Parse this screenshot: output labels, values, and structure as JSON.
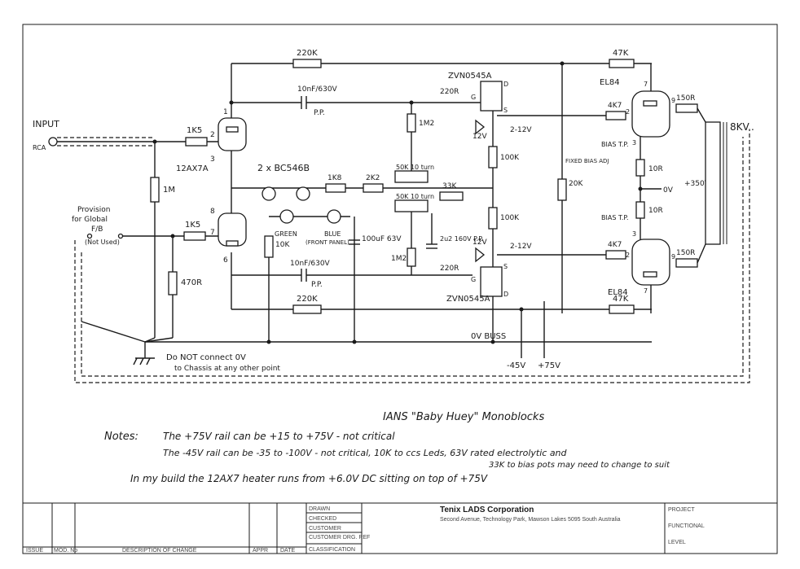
{
  "schematic": {
    "input_label": "INPUT",
    "rca_label": "RCA",
    "provision_lines": [
      "Provision",
      "for Global",
      "F/B",
      "(Not Used)"
    ],
    "tube_12ax7a": "12AX7A",
    "pin_labels": [
      "1",
      "2",
      "3",
      "8",
      "7",
      "6"
    ],
    "transistors": "2 x BC546B",
    "green": "GREEN",
    "blue": "BLUE",
    "front_panel": "(FRONT PANEL)",
    "mosfet_top": "ZVN0545A",
    "mosfet_bottom": "ZVN0545A",
    "zener_top": "12V",
    "zener_bottom": "12V",
    "bias_top": "BIAS T.P.",
    "bias_bottom": "BIAS T.P.",
    "el84_top": "EL84",
    "el84_bottom": "EL84",
    "fixed_bias": "FIXED BIAS ADJ",
    "output_bk": "8KV..",
    "plus350": "+350V",
    "zero_v": "0V",
    "zero_v_buss": "0V BUSS",
    "minus45": "-45V",
    "plus75": "+75V",
    "do_not_connect": "Do NOT connect 0V",
    "to_chassis": "to Chassis at any other point",
    "pot_label_a": "50K 10 turn",
    "pot_label_b": "50K 10 turn",
    "resistors": {
      "r220k_top": "220K",
      "r220k_bot": "220K",
      "r47k_top": "47K",
      "r47k_bot": "47K",
      "cap_top": "10nF/630V",
      "cap_top_pp": "P.P.",
      "cap_bot": "10nF/630V",
      "cap_bot_pp": "P.P.",
      "r220r_top": "220R",
      "r220r_bot": "220R",
      "r1k5_in": "1K5",
      "r1k5_fb": "1K5",
      "r1m": "1M",
      "r470r": "470R",
      "r1k8": "1K8",
      "r2k2": "2K2",
      "r10k": "10K",
      "r1m2_top": "1M2",
      "r1m2_bot": "1M2",
      "r33k": "33K",
      "r100k_a": "100K",
      "r100k_b": "100K",
      "r20k": "20K",
      "r4k7_top": "4K7",
      "r4k7_bot": "4K7",
      "r150r_top": "150R",
      "r150r_bot": "150R",
      "r10r_a": "10R",
      "r10r_b": "10R",
      "cap_100uf": "100uF 63V",
      "cap_2u2": "2u2 160V P.P.",
      "minus12_top": "2-12V",
      "minus12_bot": "2-12V",
      "g_top": "G",
      "s_top": "S",
      "d_top": "D",
      "g_bot": "G",
      "s_bot": "S",
      "d_bot": "D",
      "el84_pins": [
        "7",
        "9",
        "2",
        "3",
        "3",
        "2",
        "9",
        "7"
      ]
    }
  },
  "notes": {
    "title": "IANS \"Baby Huey\" Monoblocks",
    "label": "Notes:",
    "line1": "The +75V rail can be +15 to +75V - not critical",
    "line2": "The -45V rail can be -35 to -100V - not critical, 10K to ccs Leds, 63V rated electrolytic and",
    "line2b": "33K to bias pots may need to change to suit",
    "line3": "In my build the 12AX7 heater runs from +6.0V DC sitting on top of +75V"
  },
  "title_block": {
    "company": "Tenix LADS Corporation",
    "address": "Second Avenue, Technology Park, Mawson Lakes 5095 South Australia",
    "drawn": "DRAWN",
    "checked": "CHECKED",
    "customer": "CUSTOMER",
    "customer_drg": "CUSTOMER DRG. REF",
    "classification": "CLASSIFICATION",
    "issue": "ISSUE",
    "mod": "MOD. No",
    "desc": "DESCRIPTION OF CHANGE",
    "appr": "APPR",
    "date": "DATE",
    "project": "PROJECT",
    "functional": "FUNCTIONAL",
    "level": "LEVEL"
  }
}
